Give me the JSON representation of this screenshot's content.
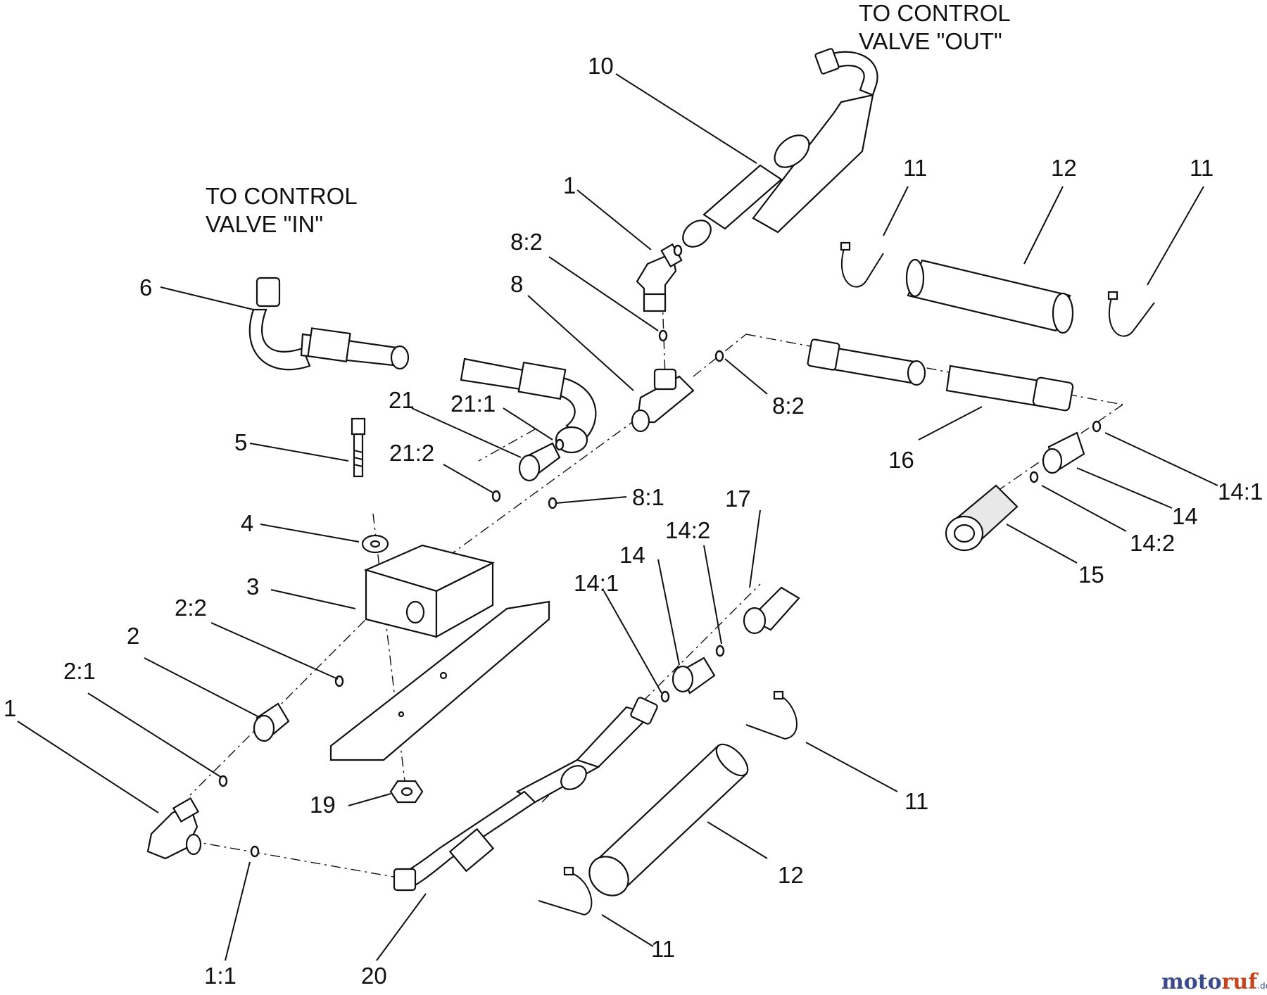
{
  "headings": {
    "out_line1": "TO CONTROL",
    "out_line2": "VALVE \"OUT\"",
    "in_line1": "TO CONTROL",
    "in_line2": "VALVE \"IN\""
  },
  "callouts": [
    "10",
    "1",
    "11",
    "12",
    "11",
    "8:2",
    "8",
    "6",
    "8:2",
    "21",
    "21:1",
    "5",
    "21:2",
    "8:1",
    "16",
    "14:1",
    "14",
    "14:2",
    "15",
    "17",
    "4",
    "14:2",
    "14",
    "3",
    "14:1",
    "2:2",
    "2",
    "2:1",
    "1",
    "11",
    "19",
    "12",
    "1:1",
    "20",
    "11"
  ],
  "watermark": {
    "part1": "moto",
    "part2": "ruf",
    "suffix": ".de"
  }
}
